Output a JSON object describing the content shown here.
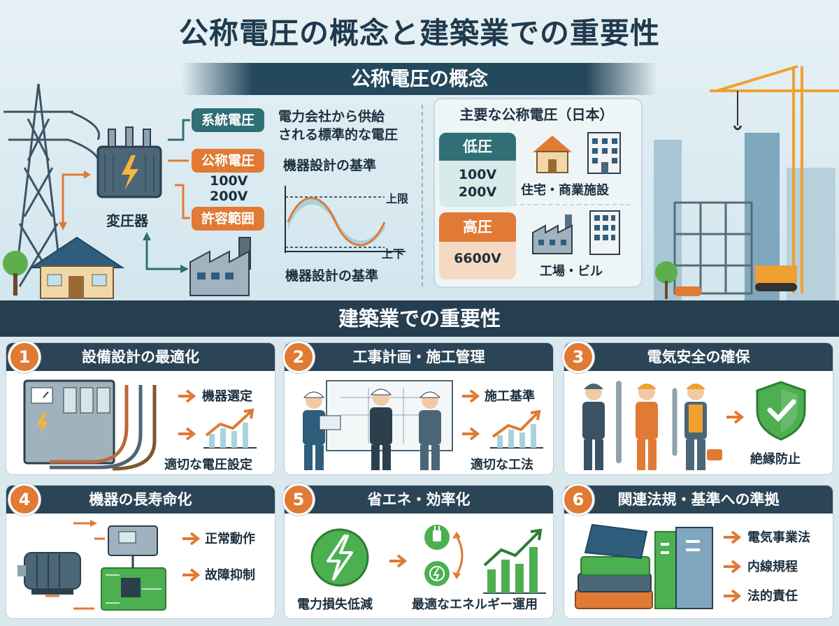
{
  "title": "公称電圧の概念と建築業での重要性",
  "concept": {
    "banner": "公称電圧の概念",
    "transformer_label": "変圧器",
    "tags": {
      "system": "系統電圧",
      "nominal": "公称電圧",
      "tolerance": "許容範囲"
    },
    "system_desc_1": "電力会社から供給",
    "system_desc_2": "される標準的な電圧",
    "nominal_desc": "機器設計の基準",
    "nominal_v1": "100V",
    "nominal_v2": "200V",
    "wave_upper": "上限",
    "wave_lower": "上下",
    "wave_caption": "機器設計の基準"
  },
  "japan_panel": {
    "title": "主要な公称電圧（日本）",
    "low": {
      "label": "低圧",
      "v1": "100V",
      "v2": "200V",
      "use": "住宅・商業施設"
    },
    "high": {
      "label": "高圧",
      "v1": "6600V",
      "use": "工場・ビル"
    }
  },
  "importance": {
    "banner": "建築業での重要性",
    "cards": [
      {
        "num": "1",
        "title": "設備設計の最適化",
        "items": [
          "機器選定",
          "適切な電圧設定"
        ]
      },
      {
        "num": "2",
        "title": "工事計画・施工管理",
        "items": [
          "施工基準",
          "適切な工法"
        ]
      },
      {
        "num": "3",
        "title": "電気安全の確保",
        "items": [
          "絶縁防止"
        ]
      },
      {
        "num": "4",
        "title": "機器の長寿命化",
        "items": [
          "正常動作",
          "故障抑制"
        ]
      },
      {
        "num": "5",
        "title": "省エネ・効率化",
        "items": [
          "電力損失低減",
          "最適なエネルギー運用"
        ]
      },
      {
        "num": "6",
        "title": "関連法規・基準への準拠",
        "items": [
          "電気事業法",
          "内線規程",
          "法的責任"
        ]
      }
    ]
  },
  "colors": {
    "navy": "#2b4557",
    "teal": "#2f6f75",
    "orange": "#e07a34",
    "green": "#4caf50"
  }
}
